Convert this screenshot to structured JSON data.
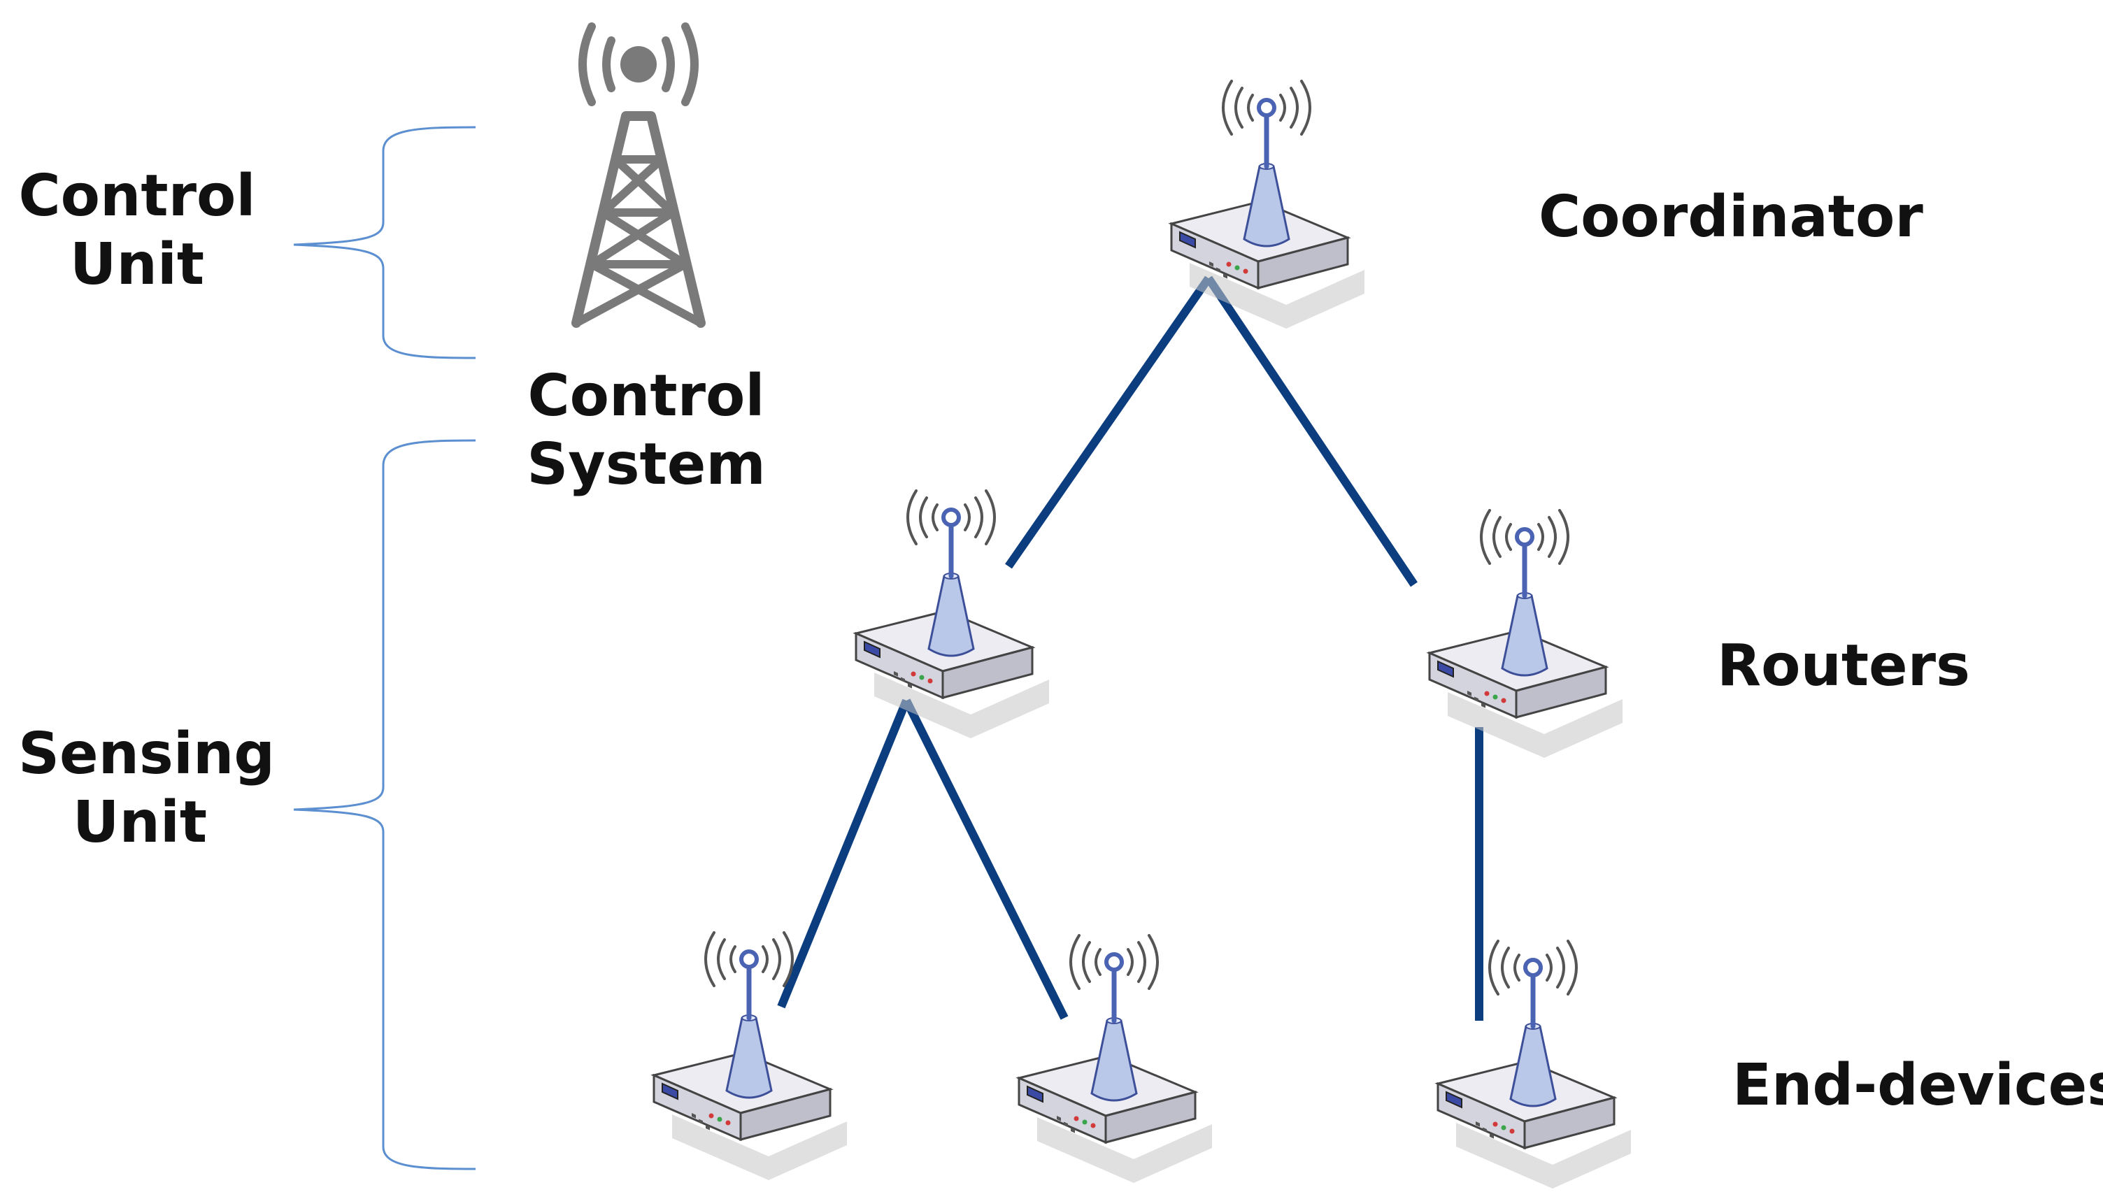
{
  "groups": {
    "control_unit": [
      "Control",
      "Unit"
    ],
    "sensing_unit": [
      "Sensing",
      "Unit"
    ]
  },
  "control_system": [
    "Control",
    "System"
  ],
  "levels": {
    "coordinator": "Coordinator",
    "routers": "Routers",
    "end_devices": "End-devices"
  },
  "colors": {
    "link": "#0b3d7f",
    "brace": "#5b8fd0",
    "tower": "#7a7a7a",
    "device_body": "#d9d9e3",
    "antenna_cone": "#b9c8e8",
    "antenna_mast": "#4a63b3"
  },
  "nodes": [
    {
      "role": "coordinator",
      "icon": "wireless-router-icon"
    },
    {
      "role": "router",
      "icon": "wireless-router-icon"
    },
    {
      "role": "router",
      "icon": "wireless-router-icon"
    },
    {
      "role": "end-device",
      "icon": "wireless-router-icon"
    },
    {
      "role": "end-device",
      "icon": "wireless-router-icon"
    },
    {
      "role": "end-device",
      "icon": "wireless-router-icon"
    }
  ],
  "links": [
    {
      "from": "coordinator",
      "to": "router-left"
    },
    {
      "from": "coordinator",
      "to": "router-right"
    },
    {
      "from": "router-left",
      "to": "end-device-left"
    },
    {
      "from": "router-left",
      "to": "end-device-middle"
    },
    {
      "from": "router-right",
      "to": "end-device-right"
    }
  ]
}
